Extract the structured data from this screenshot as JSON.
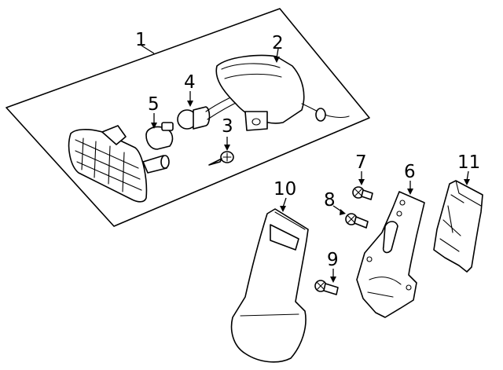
{
  "callouts": [
    {
      "number": "1",
      "part": "side-marker-lamp-assembly"
    },
    {
      "number": "2",
      "part": "lamp-housing"
    },
    {
      "number": "3",
      "part": "tapping-screw"
    },
    {
      "number": "4",
      "part": "bulb-socket"
    },
    {
      "number": "5",
      "part": "bulb"
    },
    {
      "number": "6",
      "part": "mounting-bracket"
    },
    {
      "number": "7",
      "part": "bolt"
    },
    {
      "number": "8",
      "part": "bolt"
    },
    {
      "number": "9",
      "part": "bolt"
    },
    {
      "number": "10",
      "part": "trim-cover"
    },
    {
      "number": "11",
      "part": "retainer"
    }
  ],
  "colors": {
    "line": "#000000",
    "background": "#ffffff"
  }
}
